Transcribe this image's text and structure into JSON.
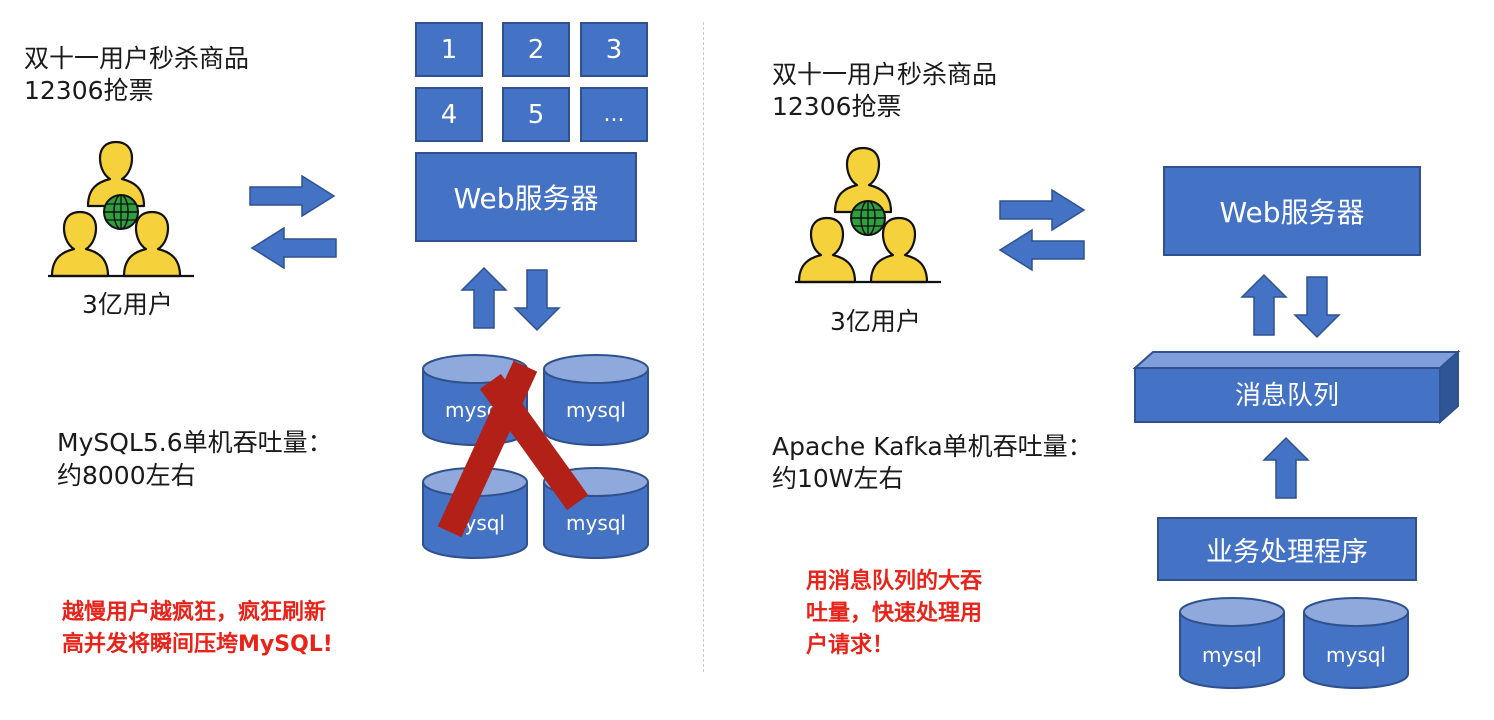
{
  "left": {
    "scenario_line1": "双十一用户秒杀商品",
    "scenario_line2": "12306抢票",
    "users_label": "3亿用户",
    "grid_cells": [
      "1",
      "2",
      "3",
      "4",
      "5",
      "..."
    ],
    "web_server": "Web服务器",
    "db_labels": [
      "mysql",
      "mysql",
      "mysql",
      "mysql"
    ],
    "throughput_line1": "MySQL5.6单机吞吐量：",
    "throughput_line2": "约8000左右",
    "warning_line1": "越慢用户越疯狂，疯狂刷新",
    "warning_line2": "高并发将瞬间压垮MySQL!"
  },
  "right": {
    "scenario_line1": "双十一用户秒杀商品",
    "scenario_line2": "12306抢票",
    "users_label": "3亿用户",
    "web_server": "Web服务器",
    "message_queue": "消息队列",
    "business_processor": "业务处理程序",
    "db_labels": [
      "mysql",
      "mysql"
    ],
    "throughput_line1": "Apache Kafka单机吞吐量：",
    "throughput_line2": "约10W左右",
    "conclusion_line1": "用消息队列的大吞",
    "conclusion_line2": "吐量，快速处理用",
    "conclusion_line3": "户请求！"
  },
  "colors": {
    "box_fill": "#4472c4",
    "box_border": "#2f528f",
    "user_yellow": "#f5d13b",
    "globe_green": "#2e9e3e",
    "cross_red": "#b22017",
    "warning_text": "#e8231a"
  }
}
